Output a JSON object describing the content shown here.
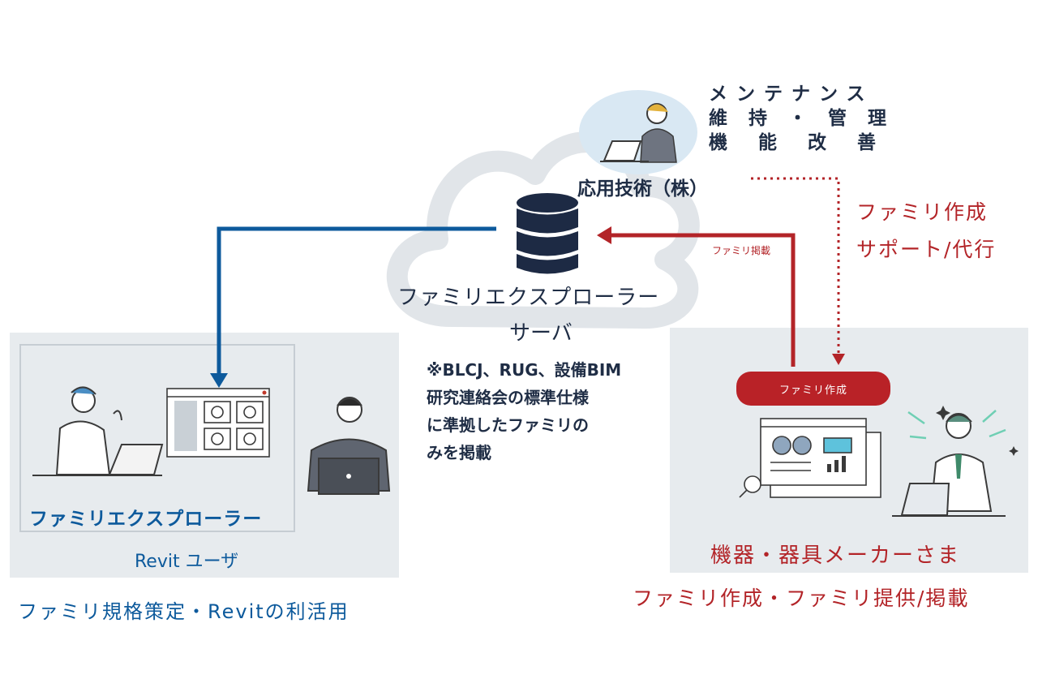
{
  "server": {
    "name": "ファミリエクスプローラー",
    "name_line2": "サーバ",
    "note_lines": [
      "※BLCJ、RUG、設備BIM",
      "研究連絡会の標準仕様",
      "に準拠したファミリの",
      "みを掲載"
    ]
  },
  "vendor": {
    "name": "応用技術（株）",
    "roles": [
      "メンテナンス",
      "維持・管理",
      "機能改善"
    ]
  },
  "support": {
    "lines": [
      "ファミリ作成",
      "サポート/代行"
    ]
  },
  "arrow_label": "ファミリ掲載",
  "user_panel": {
    "app_label": "ファミリエクスプローラー",
    "user_label": "Revit ユーザ",
    "caption": "ファミリ規格策定・Revitの利活用"
  },
  "maker_panel": {
    "pill_label": "ファミリ作成",
    "maker_label": "機器・器具メーカーさま",
    "caption": "ファミリ作成・ファミリ提供/掲載"
  },
  "colors": {
    "blue": "#0d5a9c",
    "red": "#b32428",
    "navy": "#1f2d45",
    "panel": "#e7ebee"
  },
  "icons": [
    "cloud-icon",
    "database-icon",
    "support-agent-icon",
    "laptop-user-icon",
    "browser-window-icon",
    "businessman-icon",
    "dashboard-icon",
    "happy-engineer-icon"
  ]
}
